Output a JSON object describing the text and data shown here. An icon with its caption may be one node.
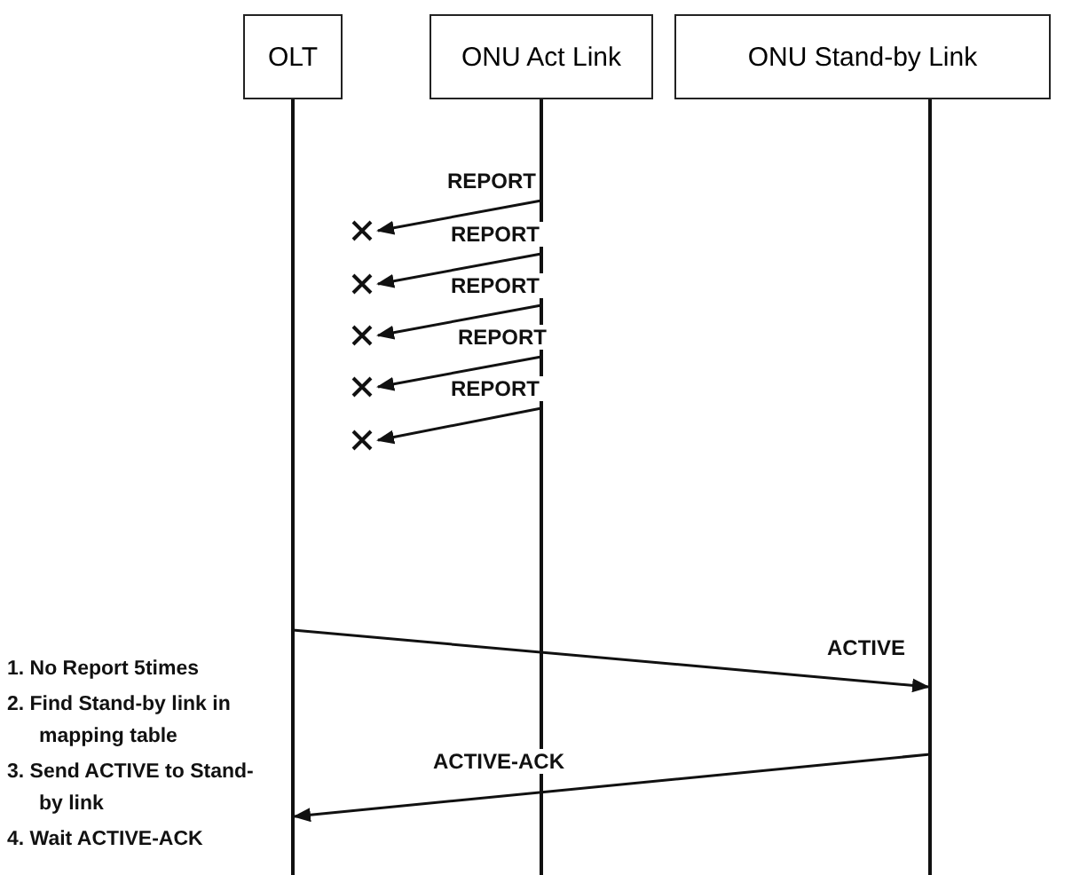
{
  "diagram": {
    "nodes": [
      {
        "text": [
          "OLT"
        ]
      },
      {
        "text": [
          "ONU Act Link"
        ]
      },
      {
        "text": [
          "ONU Stand-by Link"
        ]
      },
      {
        "text": [],
        "shape": "cross"
      },
      {
        "text": [],
        "shape": "cross"
      },
      {
        "text": [],
        "shape": "cross"
      },
      {
        "text": [],
        "shape": "cross"
      },
      {
        "text": [],
        "shape": "cross"
      }
    ],
    "edges": [
      {
        "from": 1,
        "to": 3,
        "arrow": "to",
        "label": "REPORT"
      },
      {
        "from": 1,
        "to": 4,
        "arrow": "to",
        "label": "REPORT"
      },
      {
        "from": 1,
        "to": 5,
        "arrow": "to",
        "label": "REPORT"
      },
      {
        "from": 1,
        "to": 6,
        "arrow": "to",
        "label": "REPORT"
      },
      {
        "from": 1,
        "to": 7,
        "arrow": "to",
        "label": "REPORT"
      },
      {
        "from": 0,
        "to": 2,
        "arrow": "to",
        "label": "ACTIVE"
      },
      {
        "from": 2,
        "to": 0,
        "arrow": "to",
        "label": "ACTIVE-ACK"
      }
    ],
    "labels": [
      "1. No Report 5times",
      "2. Find Stand-by link in mapping table",
      "3. Send ACTIVE to Stand-by link",
      "4. Wait ACTIVE-ACK"
    ]
  }
}
